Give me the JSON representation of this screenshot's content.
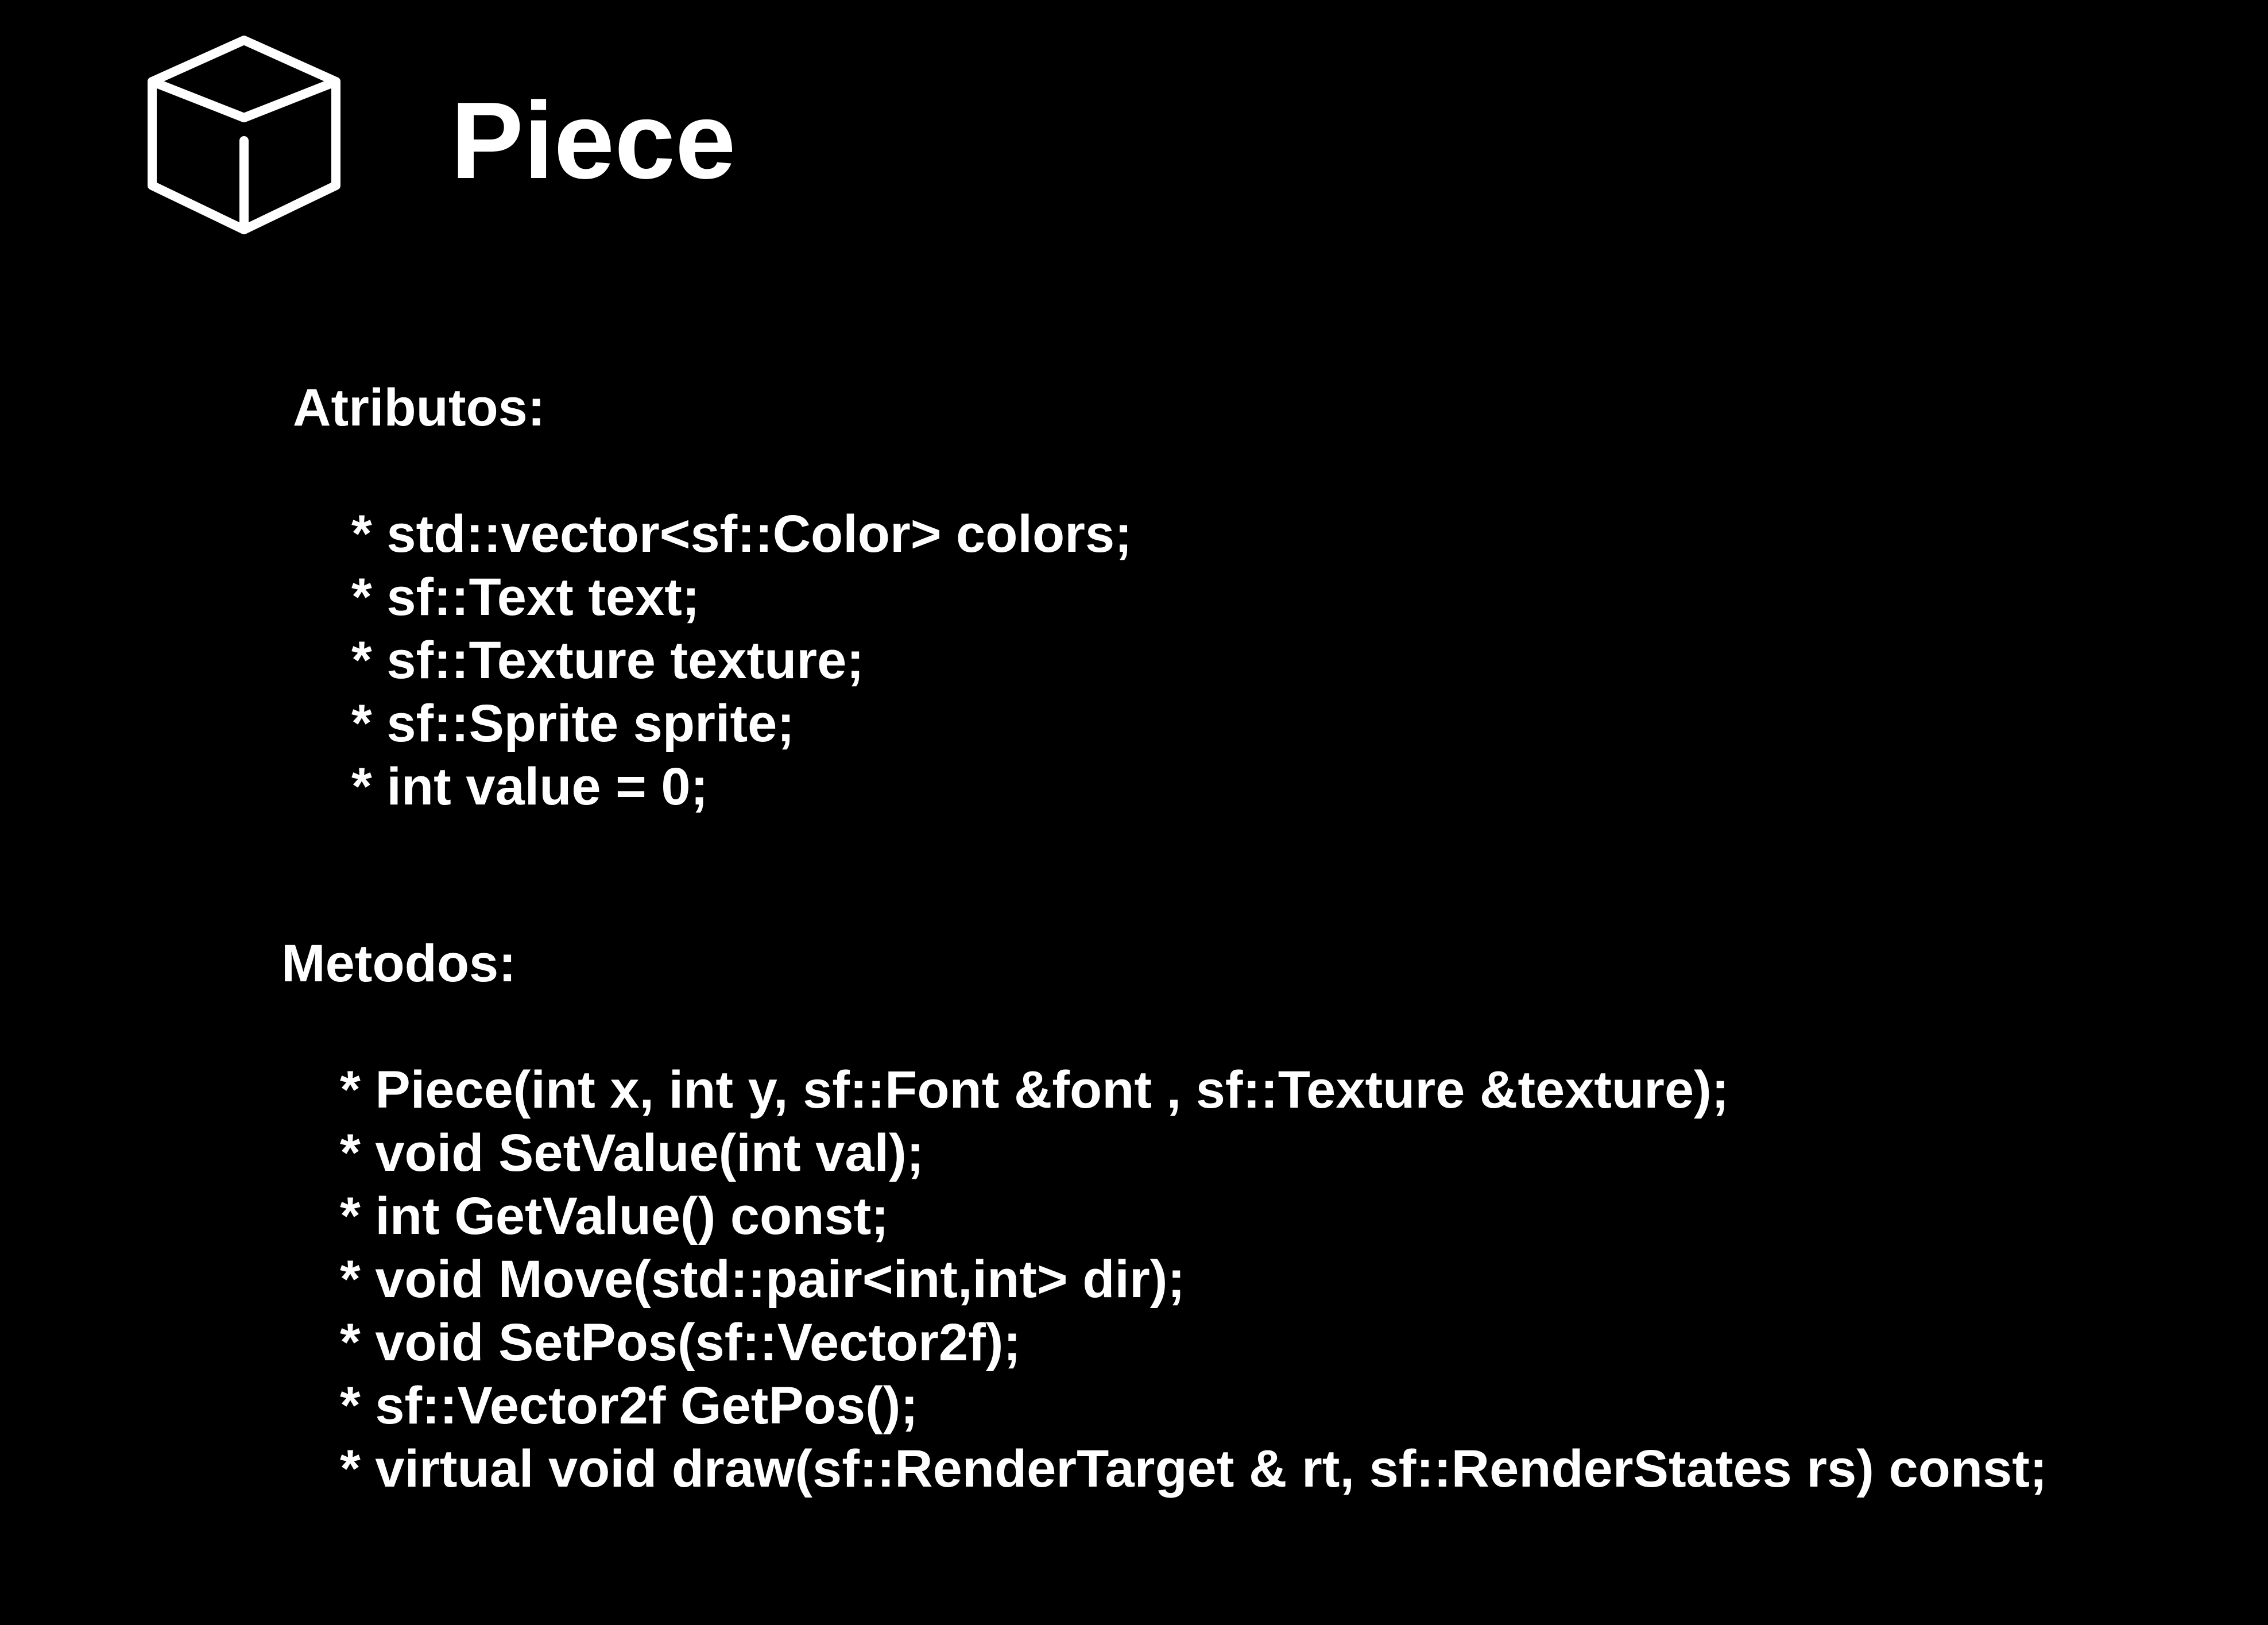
{
  "title": "Piece",
  "icon": "cube-icon",
  "attributes": {
    "heading": "Atributos:",
    "items": [
      "* std::vector<sf::Color> colors;",
      "* sf::Text text;",
      "* sf::Texture texture;",
      "* sf::Sprite sprite;",
      "* int value = 0;"
    ]
  },
  "methods": {
    "heading": "Metodos:",
    "items": [
      "* Piece(int x, int y, sf::Font &font , sf::Texture &texture);",
      "* void SetValue(int val);",
      "* int GetValue() const;",
      "* void Move(std::pair<int,int> dir);",
      "* void SetPos(sf::Vector2f);",
      "* sf::Vector2f GetPos();",
      "* virtual void draw(sf::RenderTarget & rt, sf::RenderStates rs) const;"
    ]
  },
  "colors": {
    "background": "#000000",
    "foreground": "#ffffff"
  }
}
